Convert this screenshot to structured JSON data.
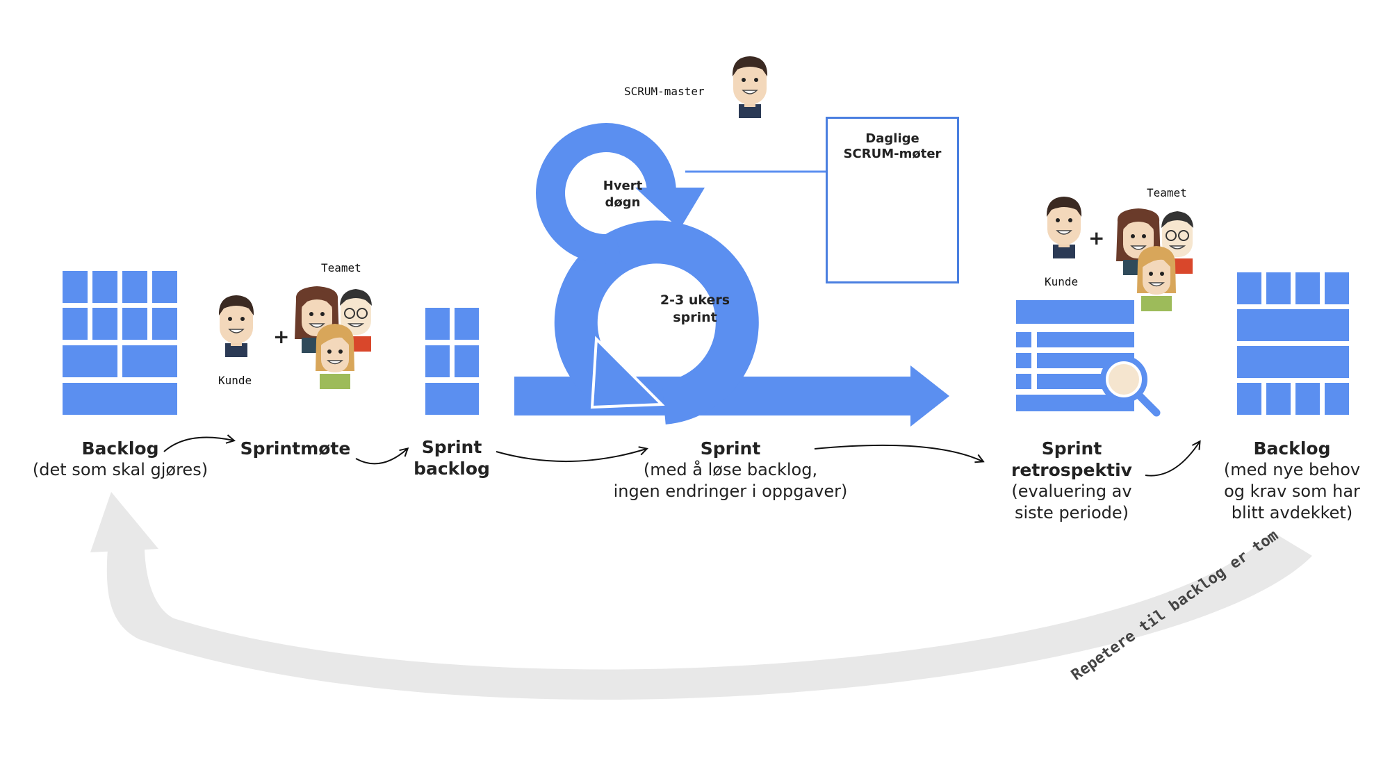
{
  "colors": {
    "primary_blue": "#5b8ff0",
    "loop_grey": "#e8e8e8",
    "box_border": "#4a7fe0"
  },
  "people": {
    "scrum_master": "SCRUM-master",
    "kunde_1": "Kunde",
    "teamet_1": "Teamet",
    "kunde_2": "Kunde",
    "teamet_2": "Teamet"
  },
  "cycle": {
    "small_loop_line1": "Hvert",
    "small_loop_line2": "døgn",
    "big_loop_line1": "2-3 ukers",
    "big_loop_line2": "sprint"
  },
  "daily_box": {
    "line1": "Daglige",
    "line2": "SCRUM-møter"
  },
  "steps": {
    "backlog": {
      "title": "Backlog",
      "desc": "(det som skal gjøres)"
    },
    "sprintmote": {
      "title": "Sprintmøte"
    },
    "sprint_backlog": {
      "title1": "Sprint",
      "title2": "backlog"
    },
    "sprint": {
      "title": "Sprint",
      "desc1": "(med å løse backlog,",
      "desc2": "ingen endringer i oppgaver)"
    },
    "retrospektiv": {
      "title": "Sprint retrospektiv",
      "desc1": "(evaluering av",
      "desc2": "siste periode)"
    },
    "backlog_new": {
      "title": "Backlog",
      "desc1": "(med nye behov",
      "desc2": "og krav som har",
      "desc3": "blitt avdekket)"
    }
  },
  "repeat_label": "Repetere til backlog er tom"
}
